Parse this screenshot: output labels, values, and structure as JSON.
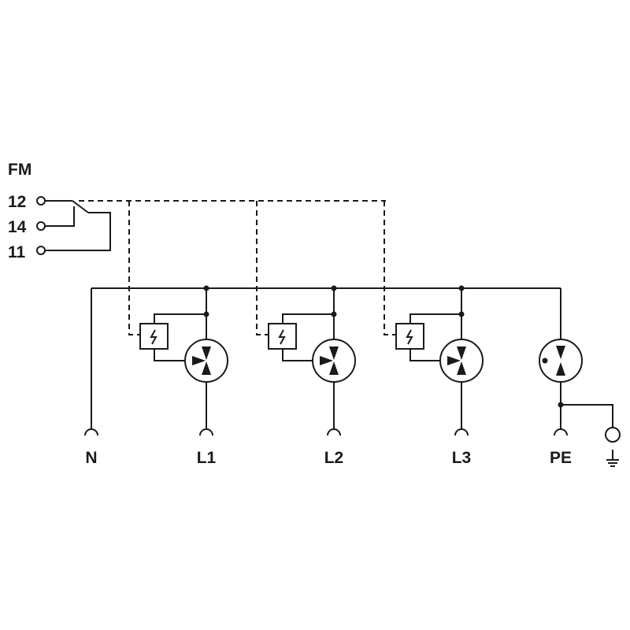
{
  "fm": {
    "title": "FM",
    "terminals": [
      "12",
      "14",
      "11"
    ]
  },
  "terminals": {
    "n": "N",
    "l1": "L1",
    "l2": "L2",
    "l3": "L3",
    "pe": "PE"
  },
  "colors": {
    "line": "#1a1a1a",
    "background": "#ffffff"
  }
}
